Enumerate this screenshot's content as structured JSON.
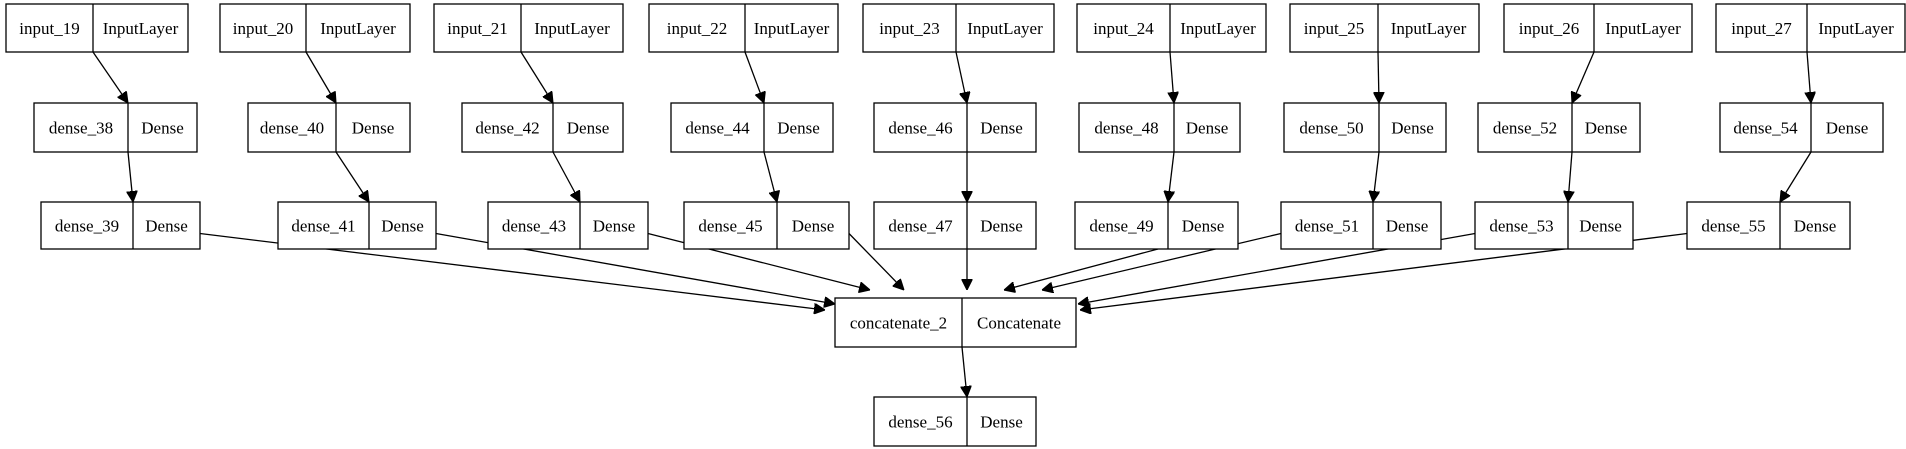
{
  "diagram": {
    "nodes": [
      {
        "id": "input_19",
        "name": "input_19",
        "type": "InputLayer"
      },
      {
        "id": "input_20",
        "name": "input_20",
        "type": "InputLayer"
      },
      {
        "id": "input_21",
        "name": "input_21",
        "type": "InputLayer"
      },
      {
        "id": "input_22",
        "name": "input_22",
        "type": "InputLayer"
      },
      {
        "id": "input_23",
        "name": "input_23",
        "type": "InputLayer"
      },
      {
        "id": "input_24",
        "name": "input_24",
        "type": "InputLayer"
      },
      {
        "id": "input_25",
        "name": "input_25",
        "type": "InputLayer"
      },
      {
        "id": "input_26",
        "name": "input_26",
        "type": "InputLayer"
      },
      {
        "id": "input_27",
        "name": "input_27",
        "type": "InputLayer"
      },
      {
        "id": "dense_38",
        "name": "dense_38",
        "type": "Dense"
      },
      {
        "id": "dense_40",
        "name": "dense_40",
        "type": "Dense"
      },
      {
        "id": "dense_42",
        "name": "dense_42",
        "type": "Dense"
      },
      {
        "id": "dense_44",
        "name": "dense_44",
        "type": "Dense"
      },
      {
        "id": "dense_46",
        "name": "dense_46",
        "type": "Dense"
      },
      {
        "id": "dense_48",
        "name": "dense_48",
        "type": "Dense"
      },
      {
        "id": "dense_50",
        "name": "dense_50",
        "type": "Dense"
      },
      {
        "id": "dense_52",
        "name": "dense_52",
        "type": "Dense"
      },
      {
        "id": "dense_54",
        "name": "dense_54",
        "type": "Dense"
      },
      {
        "id": "dense_39",
        "name": "dense_39",
        "type": "Dense"
      },
      {
        "id": "dense_41",
        "name": "dense_41",
        "type": "Dense"
      },
      {
        "id": "dense_43",
        "name": "dense_43",
        "type": "Dense"
      },
      {
        "id": "dense_45",
        "name": "dense_45",
        "type": "Dense"
      },
      {
        "id": "dense_47",
        "name": "dense_47",
        "type": "Dense"
      },
      {
        "id": "dense_49",
        "name": "dense_49",
        "type": "Dense"
      },
      {
        "id": "dense_51",
        "name": "dense_51",
        "type": "Dense"
      },
      {
        "id": "dense_53",
        "name": "dense_53",
        "type": "Dense"
      },
      {
        "id": "dense_55",
        "name": "dense_55",
        "type": "Dense"
      },
      {
        "id": "concatenate_2",
        "name": "concatenate_2",
        "type": "Concatenate"
      },
      {
        "id": "dense_56",
        "name": "dense_56",
        "type": "Dense"
      }
    ],
    "edges": [
      [
        "input_19",
        "dense_38"
      ],
      [
        "input_20",
        "dense_40"
      ],
      [
        "input_21",
        "dense_42"
      ],
      [
        "input_22",
        "dense_44"
      ],
      [
        "input_23",
        "dense_46"
      ],
      [
        "input_24",
        "dense_48"
      ],
      [
        "input_25",
        "dense_50"
      ],
      [
        "input_26",
        "dense_52"
      ],
      [
        "input_27",
        "dense_54"
      ],
      [
        "dense_38",
        "dense_39"
      ],
      [
        "dense_40",
        "dense_41"
      ],
      [
        "dense_42",
        "dense_43"
      ],
      [
        "dense_44",
        "dense_45"
      ],
      [
        "dense_46",
        "dense_47"
      ],
      [
        "dense_48",
        "dense_49"
      ],
      [
        "dense_50",
        "dense_51"
      ],
      [
        "dense_52",
        "dense_53"
      ],
      [
        "dense_54",
        "dense_55"
      ],
      [
        "dense_39",
        "concatenate_2"
      ],
      [
        "dense_41",
        "concatenate_2"
      ],
      [
        "dense_43",
        "concatenate_2"
      ],
      [
        "dense_45",
        "concatenate_2"
      ],
      [
        "dense_47",
        "concatenate_2"
      ],
      [
        "dense_49",
        "concatenate_2"
      ],
      [
        "dense_51",
        "concatenate_2"
      ],
      [
        "dense_53",
        "concatenate_2"
      ],
      [
        "dense_55",
        "concatenate_2"
      ],
      [
        "concatenate_2",
        "dense_56"
      ]
    ]
  }
}
